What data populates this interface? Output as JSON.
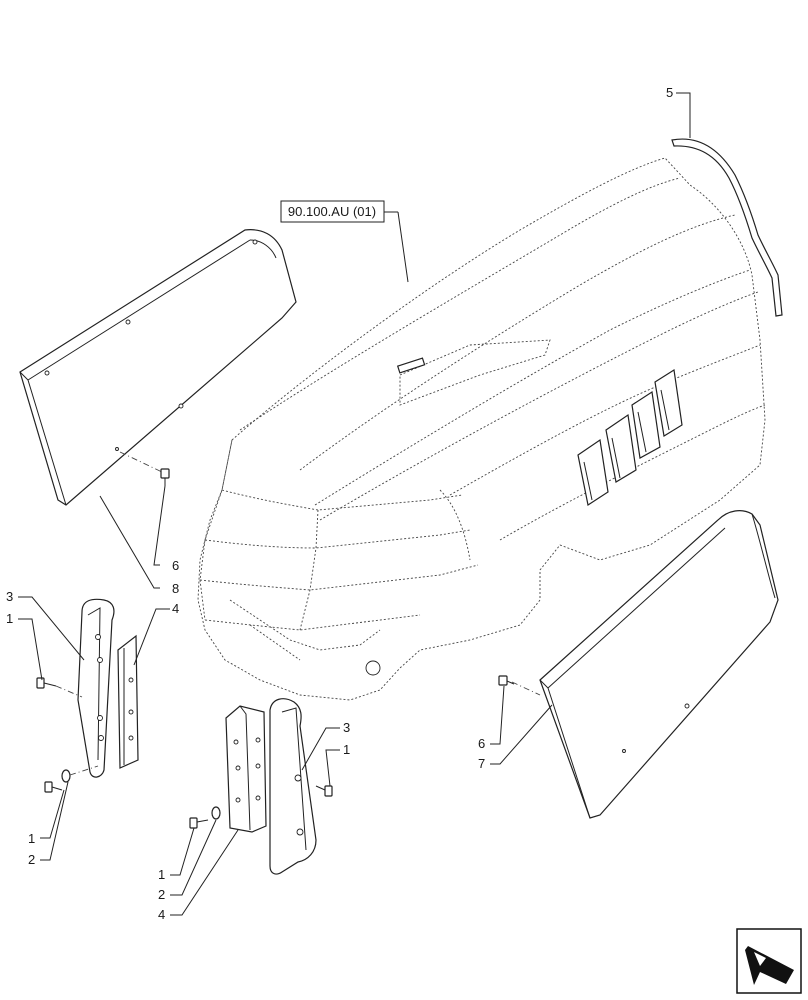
{
  "reference_label": "90.100.AU (01)",
  "callouts": {
    "c5": "5",
    "c6_top": "6",
    "c8": "8",
    "c3_left": "3",
    "c1_left": "1",
    "c4_left": "4",
    "c1_left_bottom": "1",
    "c2_left_bottom": "2",
    "c3_mid": "3",
    "c1_mid_right": "1",
    "c1_mid": "1",
    "c2_mid": "2",
    "c4_mid": "4",
    "c6_right": "6",
    "c7": "7"
  },
  "icons": {
    "nav": "arrow-navigation-icon"
  }
}
